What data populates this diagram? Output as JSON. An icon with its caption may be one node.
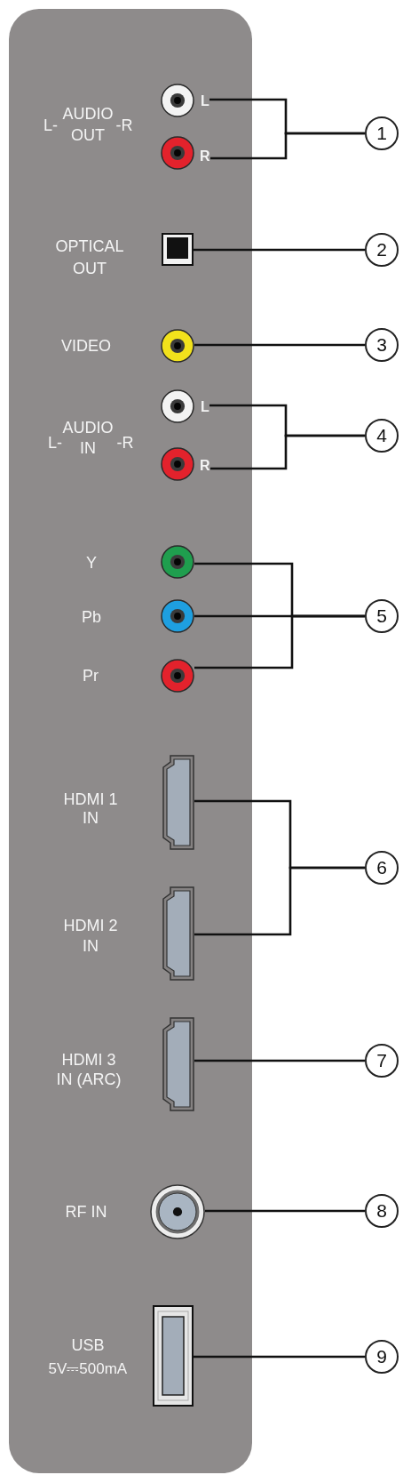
{
  "diagram": {
    "nodes": [
      {
        "text": [],
        "shape": "circle",
        "beside": [
          "L"
        ]
      },
      {
        "text": [],
        "shape": "circle",
        "beside": [
          "R"
        ]
      },
      {
        "text": [
          "1"
        ]
      },
      {
        "text": [],
        "shape": "box",
        "beside": [
          "OPTICAL OUT"
        ]
      },
      {
        "text": [
          "2"
        ]
      },
      {
        "text": [],
        "shape": "circle",
        "beside": [
          "VIDEO"
        ]
      },
      {
        "text": [
          "3"
        ]
      },
      {
        "text": [],
        "shape": "circle",
        "beside": [
          "L"
        ]
      },
      {
        "text": [],
        "shape": "circle",
        "beside": [
          "R"
        ]
      },
      {
        "text": [
          "4"
        ]
      },
      {
        "text": [],
        "shape": "circle"
      },
      {
        "text": [],
        "shape": "circle"
      },
      {
        "text": [],
        "shape": "circle"
      },
      {
        "text": [
          "5"
        ]
      },
      {
        "text": [],
        "shape": "box",
        "beside": [
          "HDMI 1 IN"
        ]
      },
      {
        "text": [],
        "shape": "box",
        "beside": [
          "HDMI 2 IN"
        ]
      },
      {
        "text": [
          "6"
        ]
      },
      {
        "text": [],
        "shape": "box",
        "beside": [
          "HDMI 3 IN (ARC)"
        ]
      },
      {
        "text": [
          "7"
        ]
      },
      {
        "text": [],
        "shape": "circle",
        "beside": [
          "RF IN"
        ]
      },
      {
        "text": [
          "8"
        ]
      },
      {
        "text": [],
        "shape": "box",
        "beside": [
          "USB",
          "5V⎓500mA"
        ]
      },
      {
        "text": [
          "9"
        ]
      }
    ],
    "edges": [
      {
        "from": 2,
        "to": 0,
        "arrow": "none"
      },
      {
        "from": 2,
        "to": 1,
        "arrow": "none"
      },
      {
        "from": 4,
        "to": 3,
        "arrow": "none"
      },
      {
        "from": 6,
        "to": 5,
        "arrow": "none"
      },
      {
        "from": 9,
        "to": 7,
        "arrow": "none"
      },
      {
        "from": 9,
        "to": 8,
        "arrow": "none"
      },
      {
        "from": 13,
        "to": 10,
        "arrow": "none"
      },
      {
        "from": 13,
        "to": 11,
        "arrow": "none"
      },
      {
        "from": 13,
        "to": 12,
        "arrow": "none"
      },
      {
        "from": 16,
        "to": 14,
        "arrow": "none"
      },
      {
        "from": 16,
        "to": 15,
        "arrow": "none"
      },
      {
        "from": 18,
        "to": 17,
        "arrow": "none"
      },
      {
        "from": 20,
        "to": 19,
        "arrow": "none"
      },
      {
        "from": 22,
        "to": 21,
        "arrow": "none"
      }
    ],
    "labels": [
      "L-",
      "AUDIO OUT",
      "-R",
      "L-",
      "AUDIO IN",
      "-R",
      "Y",
      "Pb",
      "Pr"
    ]
  }
}
